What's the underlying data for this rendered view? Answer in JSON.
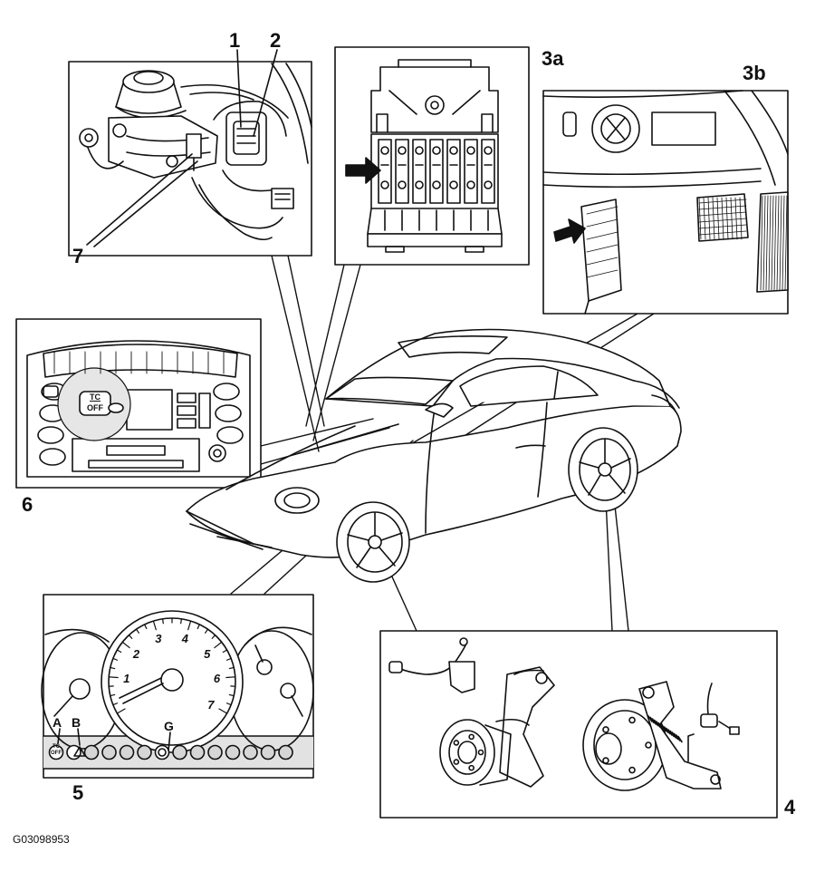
{
  "callouts": {
    "c1": "1",
    "c2": "2",
    "c7": "7",
    "c3a": "3a",
    "c3b": "3b",
    "c6": "6",
    "c5": "5",
    "c4": "4"
  },
  "dashboard": {
    "button_line1": "TC",
    "button_line2": "OFF"
  },
  "cluster": {
    "tick_labels": [
      "1",
      "2",
      "3",
      "4",
      "5",
      "6",
      "7"
    ],
    "indicator_A": "A",
    "indicator_B": "B",
    "indicator_G": "G",
    "tc_lamp_line1": "TC",
    "tc_lamp_line2": "OFF"
  },
  "figure_code": "G03098953"
}
